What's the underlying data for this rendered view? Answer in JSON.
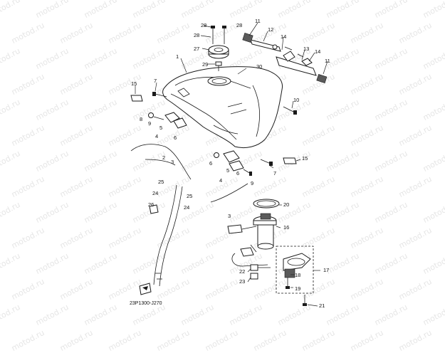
{
  "watermark": "motod.ru",
  "diagram_code": "23P1300-J270",
  "callouts": {
    "c1": "1",
    "c2": "2",
    "c3": "3",
    "c4": "4",
    "c5": "5",
    "c6": "6",
    "c7": "7",
    "c8": "8",
    "c9": "9",
    "c10": "10",
    "c11": "11",
    "c12": "12",
    "c13": "13",
    "c14": "14",
    "c15": "15",
    "c16": "16",
    "c17": "17",
    "c18": "18",
    "c19": "19",
    "c20": "20",
    "c21": "21",
    "c22": "22",
    "c23": "23",
    "c24": "24",
    "c25": "25",
    "c26": "26",
    "c27": "27",
    "c28": "28",
    "c29": "29",
    "c30": "30"
  }
}
